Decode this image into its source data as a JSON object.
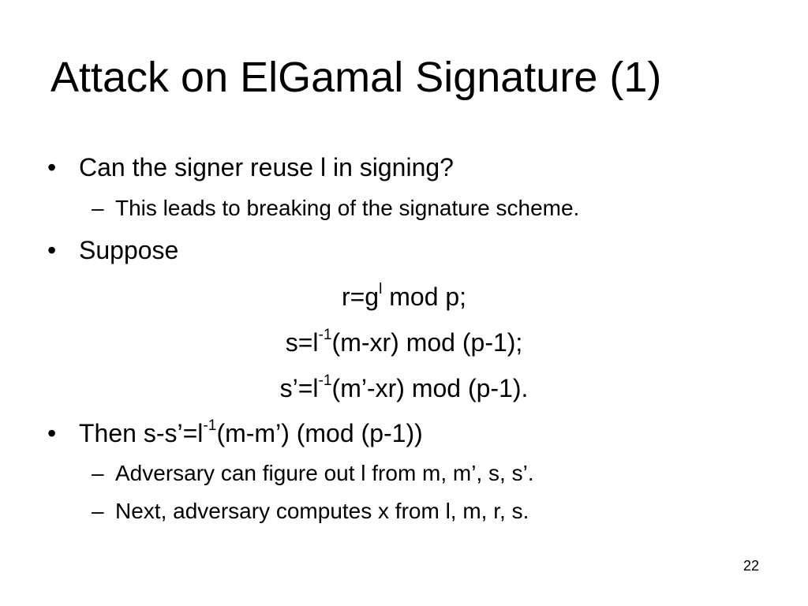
{
  "slide": {
    "title": "Attack on ElGamal Signature (1)",
    "bullet_marker": "•",
    "sub_marker": "–",
    "bullets": [
      {
        "text": "Can the signer reuse l in signing?",
        "subs": [
          "This leads to breaking of the signature scheme."
        ]
      },
      {
        "text": "Suppose"
      }
    ],
    "equations": [
      {
        "pre": "r=g",
        "sup": "l",
        "post": " mod p;"
      },
      {
        "pre": "s=l",
        "sup": "-1",
        "post": "(m-xr) mod (p-1);"
      },
      {
        "pre": "s’=l",
        "sup": "-1",
        "post": "(m’-xr) mod (p-1)."
      }
    ],
    "then_bullet": {
      "pre": "Then s-s’=l",
      "sup": "-1",
      "post": "(m-m’) (mod (p-1))",
      "subs": [
        "Adversary can figure out l from m, m’, s, s’.",
        "Next, adversary computes x from l, m, r, s."
      ]
    },
    "page_number": "22"
  }
}
